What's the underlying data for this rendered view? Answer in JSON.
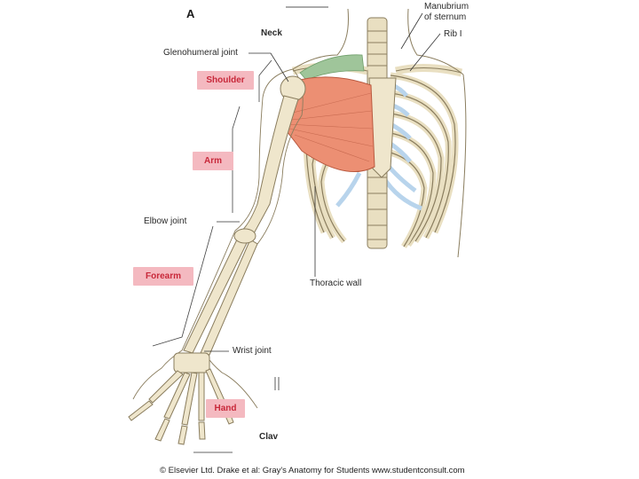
{
  "figure": {
    "letter": "A",
    "copyright": "© Elsevier Ltd. Drake et al: Gray's Anatomy for Students www.studentconsult.com"
  },
  "labels": {
    "neck": "Neck",
    "manubrium_line1": "Manubrium",
    "manubrium_line2": "of sternum",
    "rib1": "Rib I",
    "glenohumeral": "Glenohumeral joint",
    "elbow": "Elbow joint",
    "thoracic_wall": "Thoracic wall",
    "wrist": "Wrist joint",
    "clav_partial": "Clav"
  },
  "regions": {
    "shoulder": "Shoulder",
    "arm": "Arm",
    "forearm": "Forearm",
    "hand": "Hand"
  },
  "colors": {
    "bone": "#f2ead2",
    "bone_outline": "#8a7d5e",
    "muscle": "#ec8f73",
    "cartilage": "#b8d4ec",
    "clavicle_muscle": "#9fc59a",
    "region_fill": "#f4b9c0",
    "region_text": "#c8283a"
  }
}
